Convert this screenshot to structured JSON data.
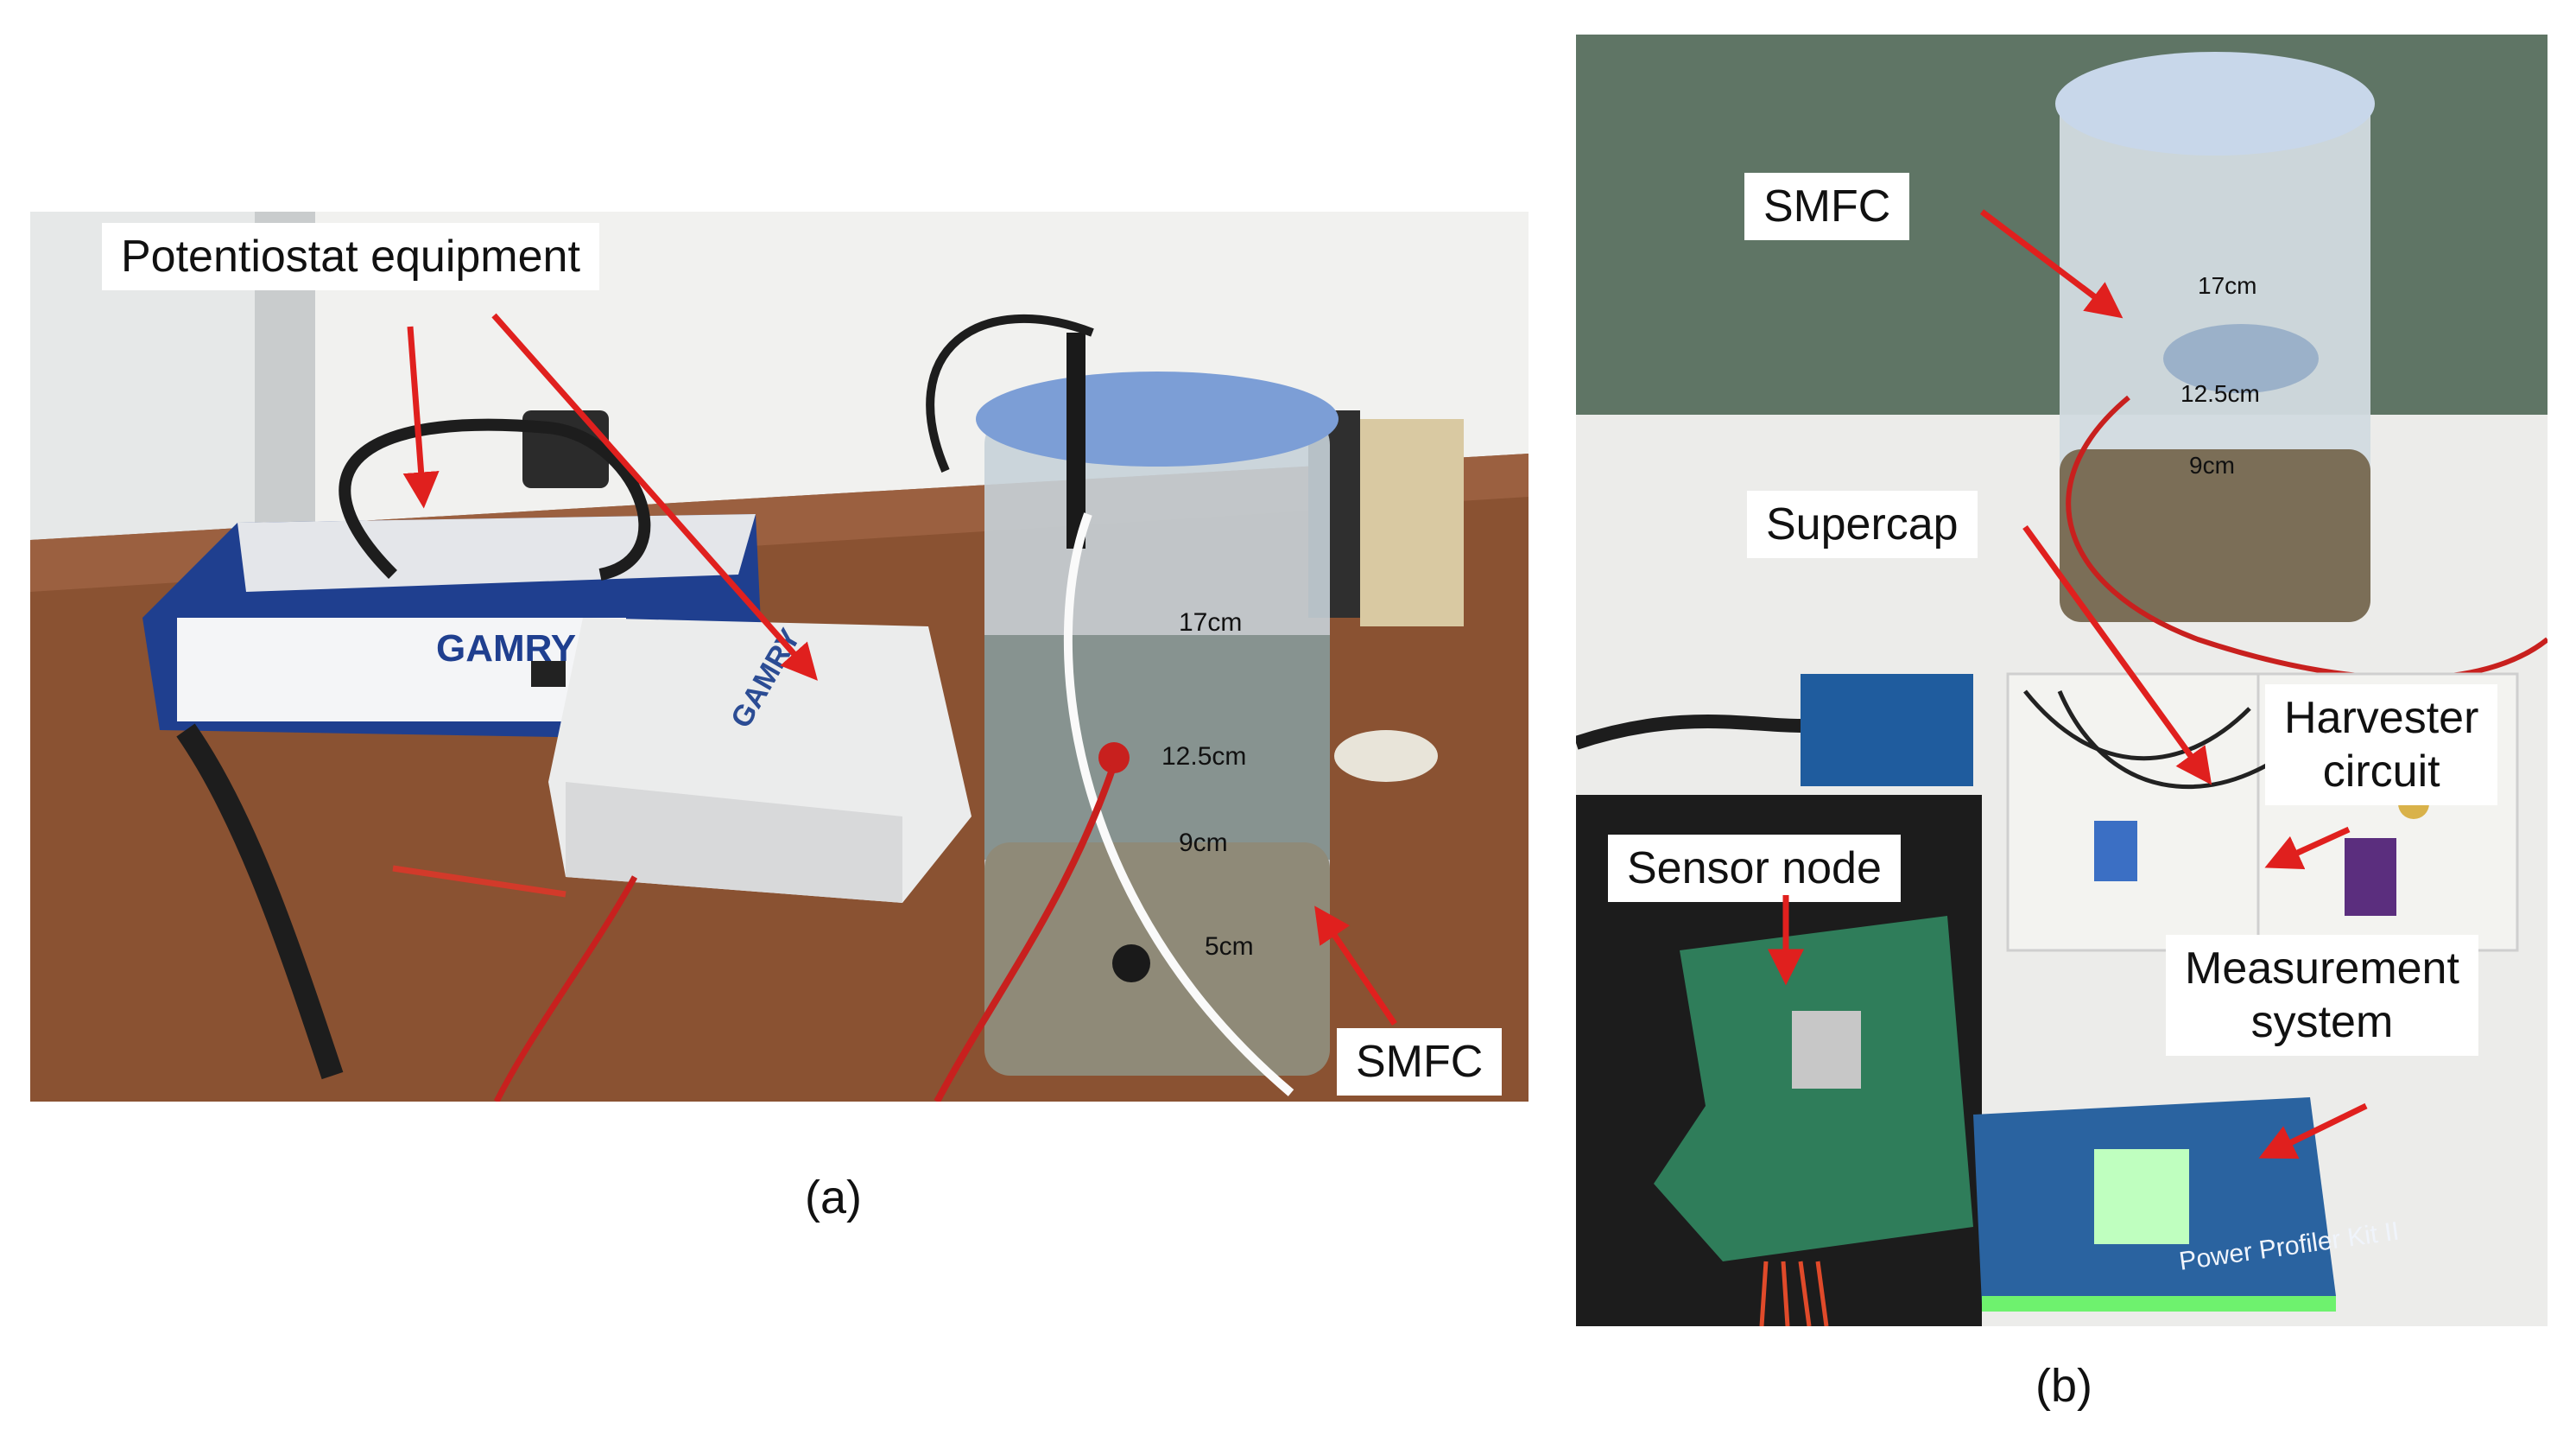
{
  "figure": {
    "panel_a": {
      "caption": "(a)",
      "labels": {
        "potentiostat": "Potentiostat equipment",
        "smfc": "SMFC"
      },
      "device_text": {
        "gamry_brand_large": "GAMRY",
        "gamry_brand_small": "GAMRY"
      },
      "jar_marks": [
        "17cm",
        "12.5cm",
        "9cm",
        "5cm"
      ]
    },
    "panel_b": {
      "caption": "(b)",
      "labels": {
        "smfc": "SMFC",
        "supercap": "Supercap",
        "harvester": "Harvester\ncircuit",
        "sensor_node": "Sensor node",
        "measurement": "Measurement\nsystem"
      },
      "device_text": {
        "ppk": "Power Profiler Kit II"
      },
      "jar_marks": [
        "17cm",
        "12.5cm",
        "9cm"
      ]
    },
    "colors": {
      "arrow": "#e0201e",
      "desk": "#8a5232",
      "wall": "#f2f2f0",
      "gamry_blue": "#1f3f8f",
      "green_wall": "#5f7565",
      "pcb_green": "#2f7d5a",
      "ppk_blue": "#2a63a0"
    }
  }
}
